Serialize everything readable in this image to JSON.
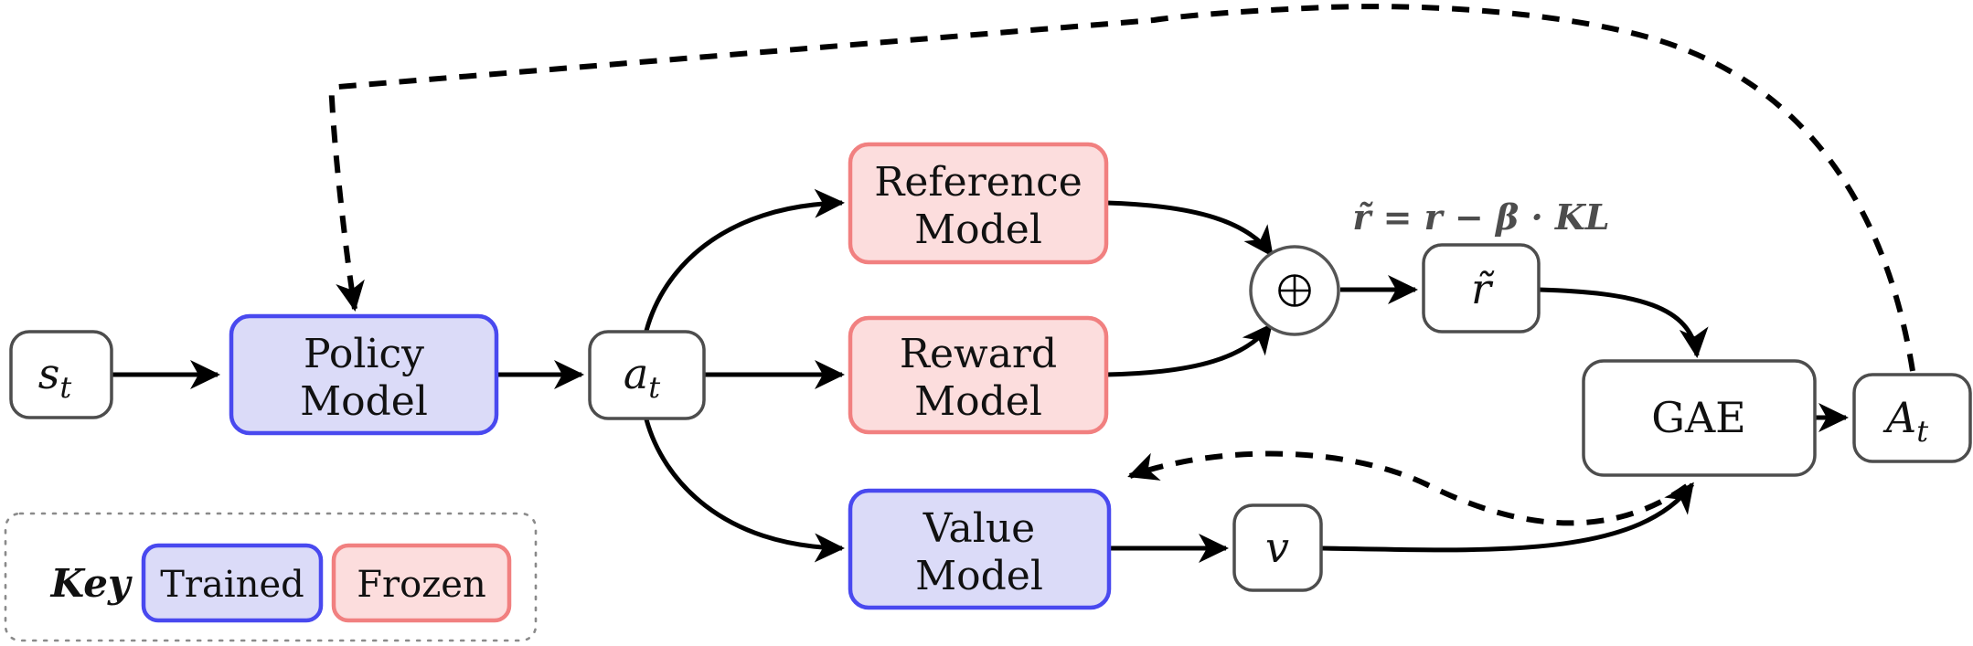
{
  "nodes": {
    "state": {
      "main": "s",
      "sub": "t"
    },
    "policy_model": {
      "line1": "Policy",
      "line2": "Model",
      "type": "trained"
    },
    "action": {
      "main": "a",
      "sub": "t"
    },
    "reference_model": {
      "line1": "Reference",
      "line2": "Model",
      "type": "frozen"
    },
    "reward_model": {
      "line1": "Reward",
      "line2": "Model",
      "type": "frozen"
    },
    "value_model": {
      "line1": "Value",
      "line2": "Model",
      "type": "trained"
    },
    "combiner": {
      "symbol": "⊕"
    },
    "shaped_reward": {
      "main": "r̃"
    },
    "gae": {
      "label": "GAE"
    },
    "advantage": {
      "main": "A",
      "sub": "t"
    },
    "value_estimate": {
      "main": "v"
    }
  },
  "annotation": {
    "reward_equation": "r̃ = r − β · KL"
  },
  "legend": {
    "title": "Key",
    "trained_label": "Trained",
    "frozen_label": "Frozen"
  },
  "colors": {
    "trained_fill": "#dbdbf8",
    "trained_border": "#4949ef",
    "frozen_fill": "#fcdddd",
    "frozen_border": "#f18080",
    "neutral_border": "#4d4d4d",
    "arrow": "#000000",
    "annotation_text": "#4d4d4d",
    "background": "#ffffff"
  }
}
